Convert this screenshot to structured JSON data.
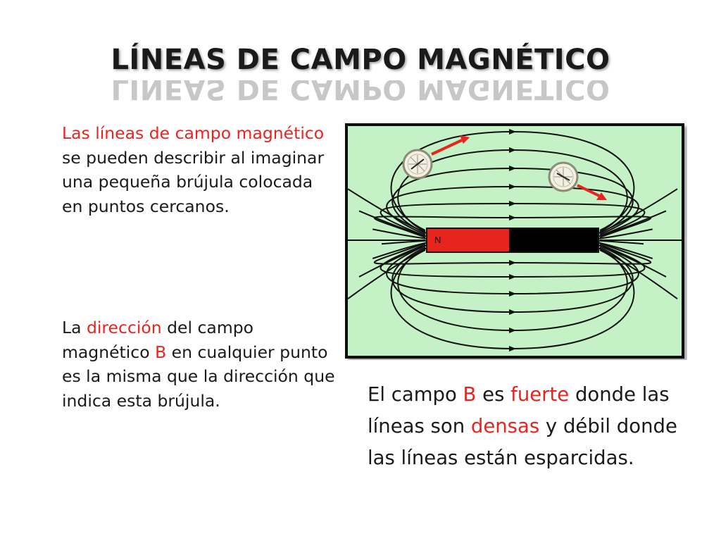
{
  "title": "LÍNEAS DE CAMPO MAGNÉTICO",
  "paragraphs": {
    "p1": {
      "s1": "Las líneas de campo magnético",
      "s2": " se pueden describir al imaginar una pequeña brújula colocada en puntos cercanos."
    },
    "p2": {
      "s1": "La ",
      "s2": "dirección",
      "s3": " del campo magnético ",
      "s4": "B",
      "s5": " en cualquier punto es la misma que la dirección que indica esta brújula."
    },
    "p3": {
      "s1": "El campo ",
      "s2": "B",
      "s3": " es ",
      "s4": "fuerte",
      "s5": " donde las líneas son ",
      "s6": "densas",
      "s7": " y débil donde las líneas están esparcidas."
    }
  },
  "figure": {
    "magnet_pole_label": "N",
    "colors": {
      "background": "#c4f2c6",
      "lines": "#111111",
      "north": "#e8241f",
      "south": "#000000",
      "arrow": "#e8241f",
      "highlight_text": "#e8241f"
    },
    "icons": [
      "compass-icon",
      "compass-icon"
    ]
  }
}
